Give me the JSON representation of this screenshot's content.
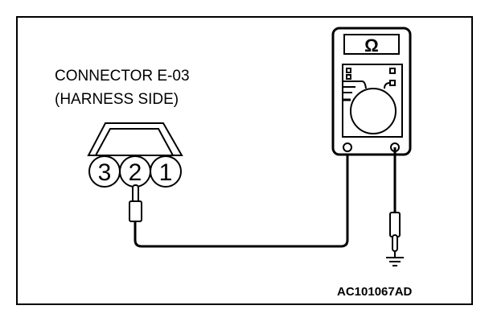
{
  "connector": {
    "title": "CONNECTOR E-03",
    "subtitle": "(HARNESS SIDE)",
    "pins": [
      "3",
      "2",
      "1"
    ]
  },
  "meter": {
    "display_symbol": "Ω"
  },
  "figure_code": "AC101067AD"
}
